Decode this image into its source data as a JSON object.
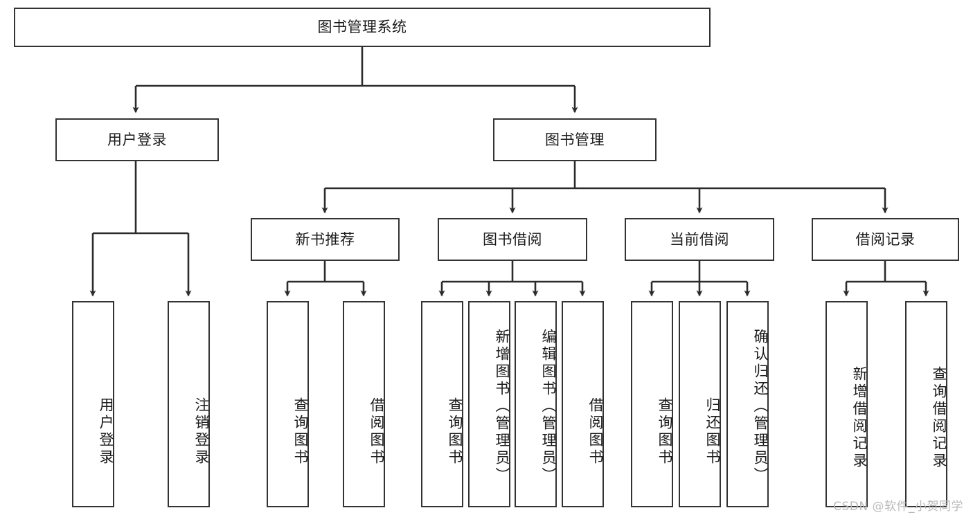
{
  "diagram": {
    "title": "图书管理系统",
    "type": "tree-hierarchy",
    "root": {
      "id": "root",
      "label": "图书管理系统"
    },
    "level2": [
      {
        "id": "user-login",
        "label": "用户登录"
      },
      {
        "id": "book-management",
        "label": "图书管理"
      }
    ],
    "level3": [
      {
        "id": "new-book-recommend",
        "label": "新书推荐",
        "parent": "book-management"
      },
      {
        "id": "book-borrow",
        "label": "图书借阅",
        "parent": "book-management"
      },
      {
        "id": "current-borrow",
        "label": "当前借阅",
        "parent": "book-management"
      },
      {
        "id": "borrow-record",
        "label": "借阅记录",
        "parent": "book-management"
      }
    ],
    "leaves": [
      {
        "id": "leaf-user-login",
        "label": "用户登录",
        "parent": "user-login"
      },
      {
        "id": "leaf-logout-login",
        "label": "注销登录",
        "parent": "user-login"
      },
      {
        "id": "leaf-query-book-1",
        "label": "查询图书",
        "parent": "new-book-recommend"
      },
      {
        "id": "leaf-borrow-book-1",
        "label": "借阅图书",
        "parent": "new-book-recommend"
      },
      {
        "id": "leaf-query-book-2",
        "label": "查询图书",
        "parent": "book-borrow"
      },
      {
        "id": "leaf-add-book",
        "label": "新增图书（管理员）",
        "parent": "book-borrow"
      },
      {
        "id": "leaf-edit-book",
        "label": "编辑图书（管理员）",
        "parent": "book-borrow"
      },
      {
        "id": "leaf-borrow-book-2",
        "label": "借阅图书",
        "parent": "book-borrow"
      },
      {
        "id": "leaf-query-book-3",
        "label": "查询图书",
        "parent": "current-borrow"
      },
      {
        "id": "leaf-return-book",
        "label": "归还图书",
        "parent": "current-borrow"
      },
      {
        "id": "leaf-confirm-return",
        "label": "确认归还（管理员）",
        "parent": "current-borrow"
      },
      {
        "id": "leaf-add-record",
        "label": "新增借阅记录",
        "parent": "borrow-record"
      },
      {
        "id": "leaf-query-record",
        "label": "查询借阅记录",
        "parent": "borrow-record"
      }
    ],
    "colors": {
      "border": "#333333",
      "background": "#ffffff",
      "text": "#1b1b1b",
      "edge": "#2b2b2b",
      "watermark": "#b9b9b9"
    }
  },
  "watermark": {
    "text": "CSDN @软件_小贺同学"
  }
}
